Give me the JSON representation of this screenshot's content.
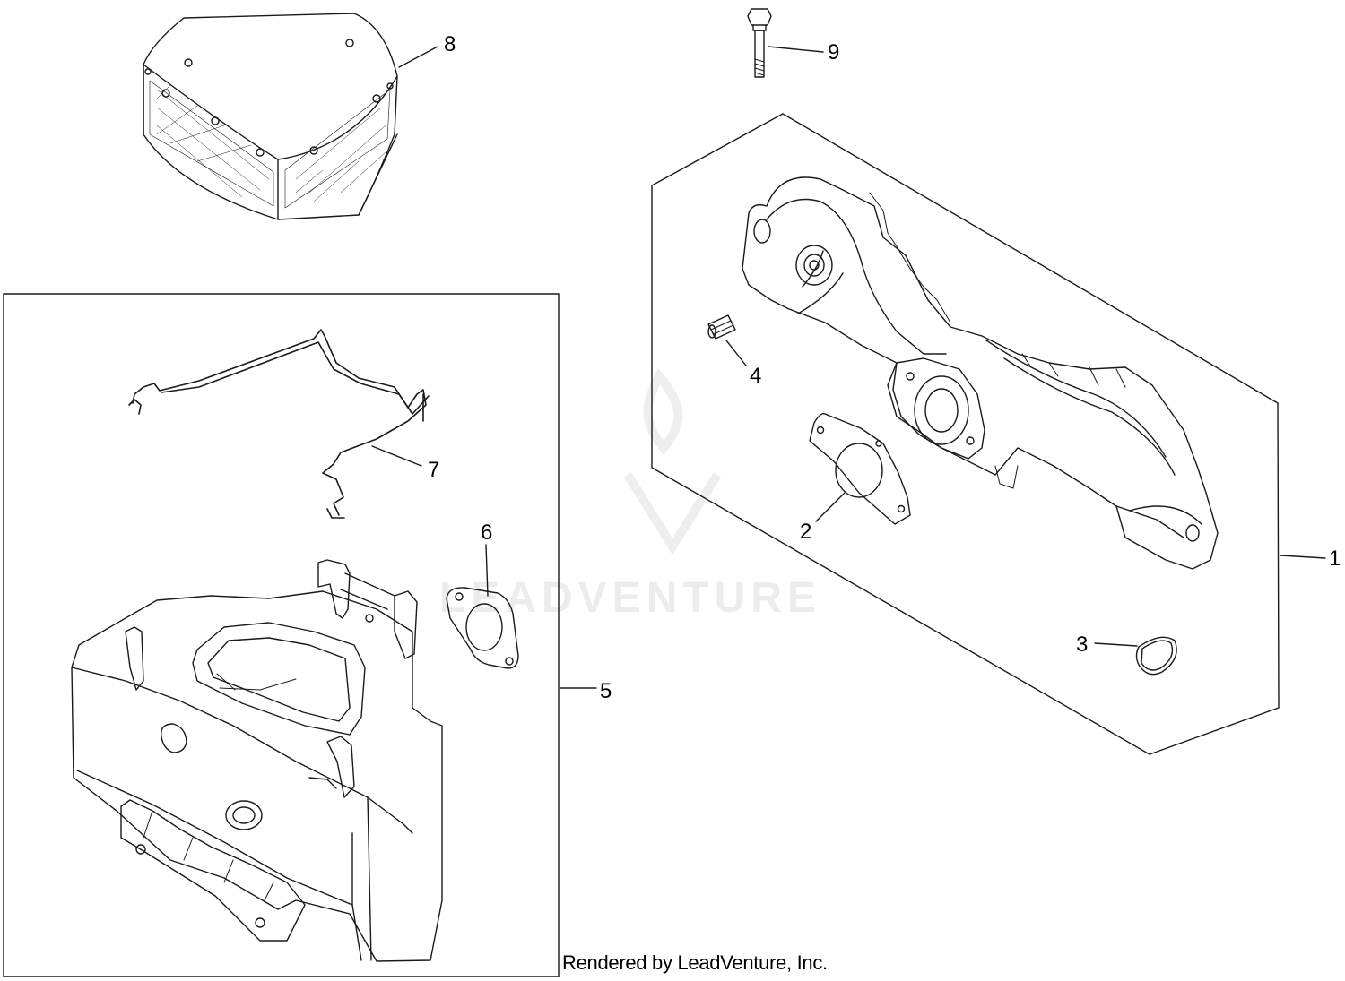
{
  "diagram": {
    "callouts": [
      "1",
      "2",
      "3",
      "4",
      "5",
      "6",
      "7",
      "8",
      "9"
    ],
    "credit": "Rendered by LeadVenture, Inc.",
    "watermark": "LEADVENTURE"
  },
  "colors": {
    "line": "#1a1a1a",
    "watermark": "#ececec",
    "background": "#ffffff"
  }
}
